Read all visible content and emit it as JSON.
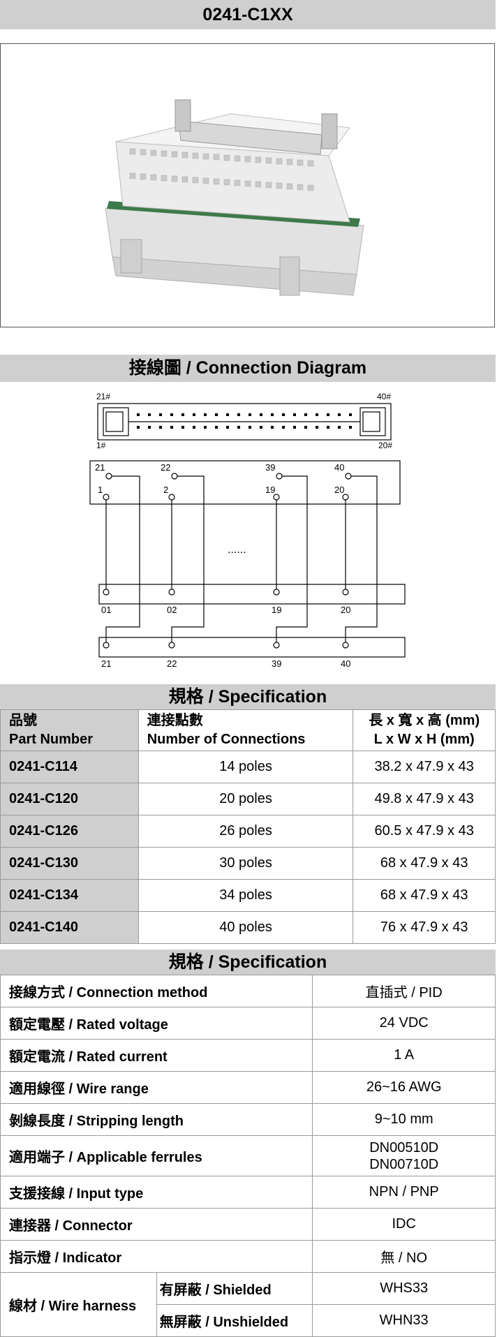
{
  "title": "0241-C1XX",
  "diagram_section": {
    "title": "接線圖 / Connection Diagram",
    "header_pins": [
      "21#",
      "40#",
      "1#",
      "20#"
    ],
    "top_pins_row1": [
      "21",
      "22",
      "39",
      "40"
    ],
    "top_pins_row2": [
      "1",
      "2",
      "19",
      "20"
    ],
    "ellipsis": "......",
    "terminal_row1": [
      "01",
      "02",
      "19",
      "20"
    ],
    "terminal_row2": [
      "21",
      "22",
      "39",
      "40"
    ]
  },
  "spec_table_1": {
    "title": "規格 / Specification",
    "headers": [
      [
        "品號",
        "Part Number"
      ],
      [
        "連接點數",
        "Number of Connections"
      ],
      [
        "長 x 寬 x 高 (mm)",
        "L x W x H (mm)"
      ]
    ],
    "rows": [
      [
        "0241-C114",
        "14 poles",
        "38.2 x 47.9 x 43"
      ],
      [
        "0241-C120",
        "20 poles",
        "49.8 x 47.9 x 43"
      ],
      [
        "0241-C126",
        "26 poles",
        "60.5 x 47.9 x 43"
      ],
      [
        "0241-C130",
        "30 poles",
        "68 x 47.9 x 43"
      ],
      [
        "0241-C134",
        "34 poles",
        "68 x 47.9 x 43"
      ],
      [
        "0241-C140",
        "40 poles",
        "76 x 47.9 x 43"
      ]
    ]
  },
  "spec_table_2": {
    "title": "規格 / Specification",
    "rows": [
      [
        "接線方式 / Connection method",
        "直插式 / PID"
      ],
      [
        "額定電壓 / Rated voltage",
        "24 VDC"
      ],
      [
        "額定電流 / Rated current",
        "1 A"
      ],
      [
        "適用線徑 / Wire range",
        "26~16 AWG"
      ],
      [
        "剝線長度 / Stripping length",
        "9~10 mm"
      ],
      [
        "適用端子 / Applicable ferrules",
        "DN00510D",
        "DN00710D"
      ],
      [
        "支援接線 / Input type",
        "NPN / PNP"
      ],
      [
        "連接器 / Connector",
        "IDC"
      ],
      [
        "指示燈 / Indicator",
        "無 / NO"
      ]
    ],
    "wire_harness": {
      "label": "線材 / Wire harness",
      "shielded_label": "有屏蔽 / Shielded",
      "shielded_value": "WHS33",
      "unshielded_label": "無屏蔽 / Unshielded",
      "unshielded_value": "WHN33"
    }
  }
}
